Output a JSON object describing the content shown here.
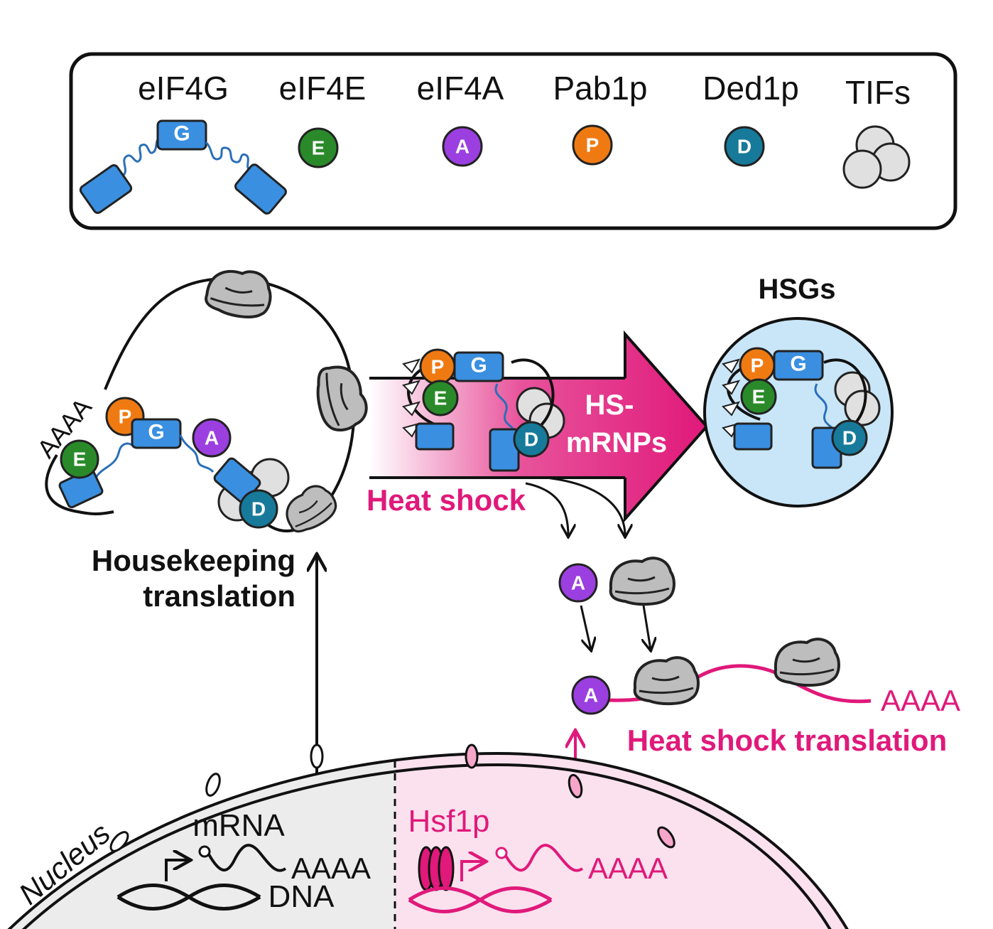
{
  "legend": {
    "items": [
      {
        "name": "eIF4G",
        "letter": "G"
      },
      {
        "name": "eIF4E",
        "letter": "E"
      },
      {
        "name": "eIF4A",
        "letter": "A"
      },
      {
        "name": "Pab1p",
        "letter": "P"
      },
      {
        "name": "Ded1p",
        "letter": "D"
      },
      {
        "name": "TIFs",
        "letter": ""
      }
    ]
  },
  "colors": {
    "eIF4G": "#3a8fe0",
    "eIF4E": "#2a8a2a",
    "eIF4A": "#9b3fe0",
    "Pab1p": "#f07a12",
    "Ded1p": "#177a9a",
    "TIFs": "#e0e0e0",
    "ribosome": "#bdbdbd",
    "heat": "#e0197a",
    "hsg_fill": "#c9e6f8",
    "nucleus_left": "#ececec",
    "nucleus_right": "#fbe1ee"
  },
  "labels": {
    "hsgs": "HSGs",
    "hs_mrnps_line1": "HS-",
    "hs_mrnps_line2": "mRNPs",
    "heat_shock": "Heat shock",
    "housekeeping_line1": "Housekeeping",
    "housekeeping_line2": "translation",
    "heat_shock_translation": "Heat shock translation",
    "polya": "AAAA",
    "nucleus": "Nucleus",
    "mrna": "mRNA",
    "dna": "DNA",
    "hsf1p": "Hsf1p"
  }
}
